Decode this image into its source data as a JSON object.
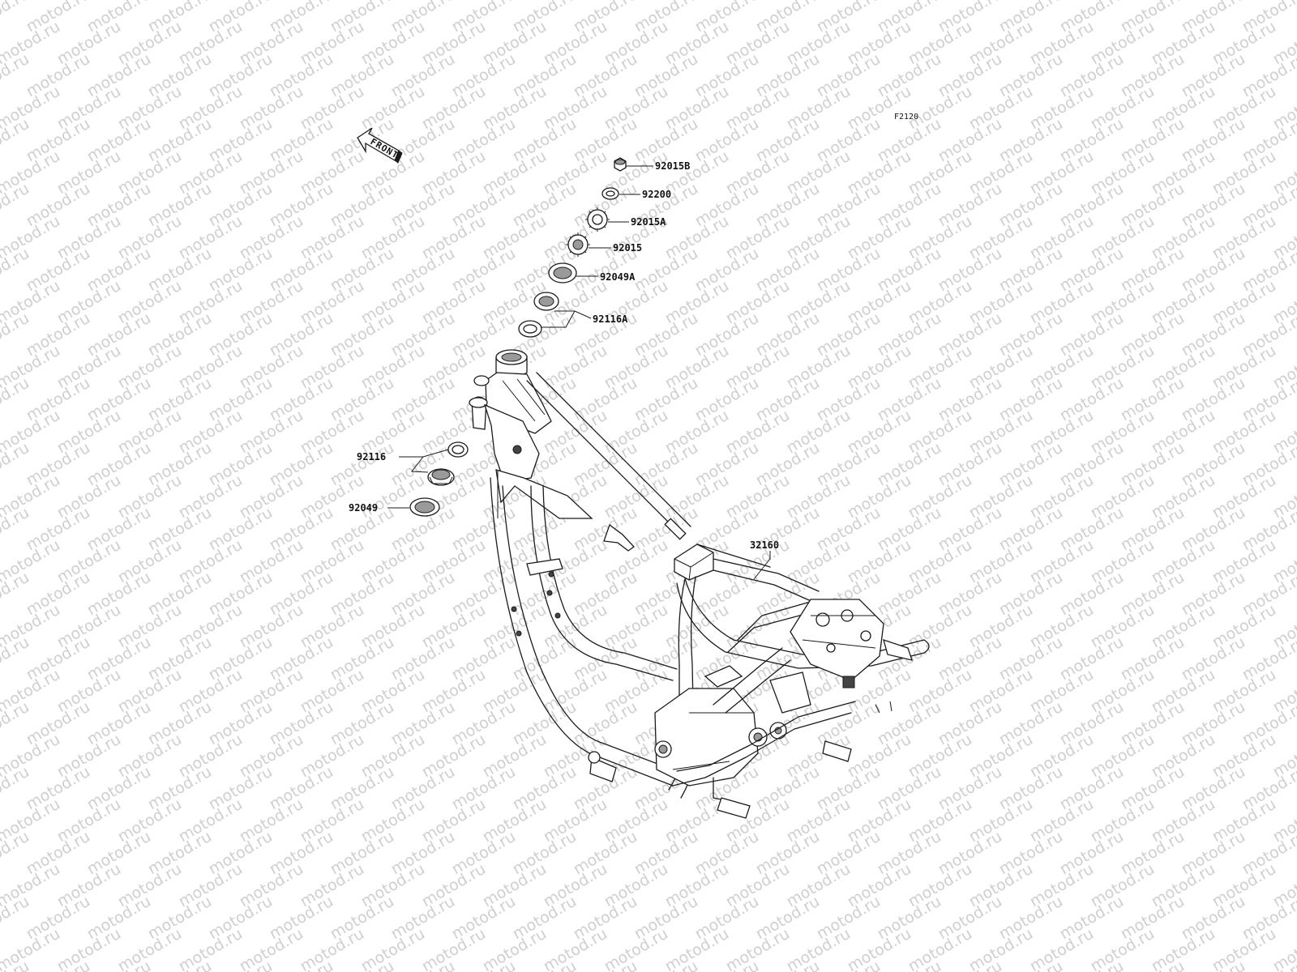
{
  "figure_code": "F2120",
  "front_label": "FRONT",
  "watermark": "motod.ru",
  "callouts": {
    "p92015B": "92015B",
    "p92200": "92200",
    "p92015A": "92015A",
    "p92015": "92015",
    "p92049A": "92049A",
    "p92116A": "92116A",
    "p92116": "92116",
    "p92049": "92049",
    "p32160": "32160"
  }
}
